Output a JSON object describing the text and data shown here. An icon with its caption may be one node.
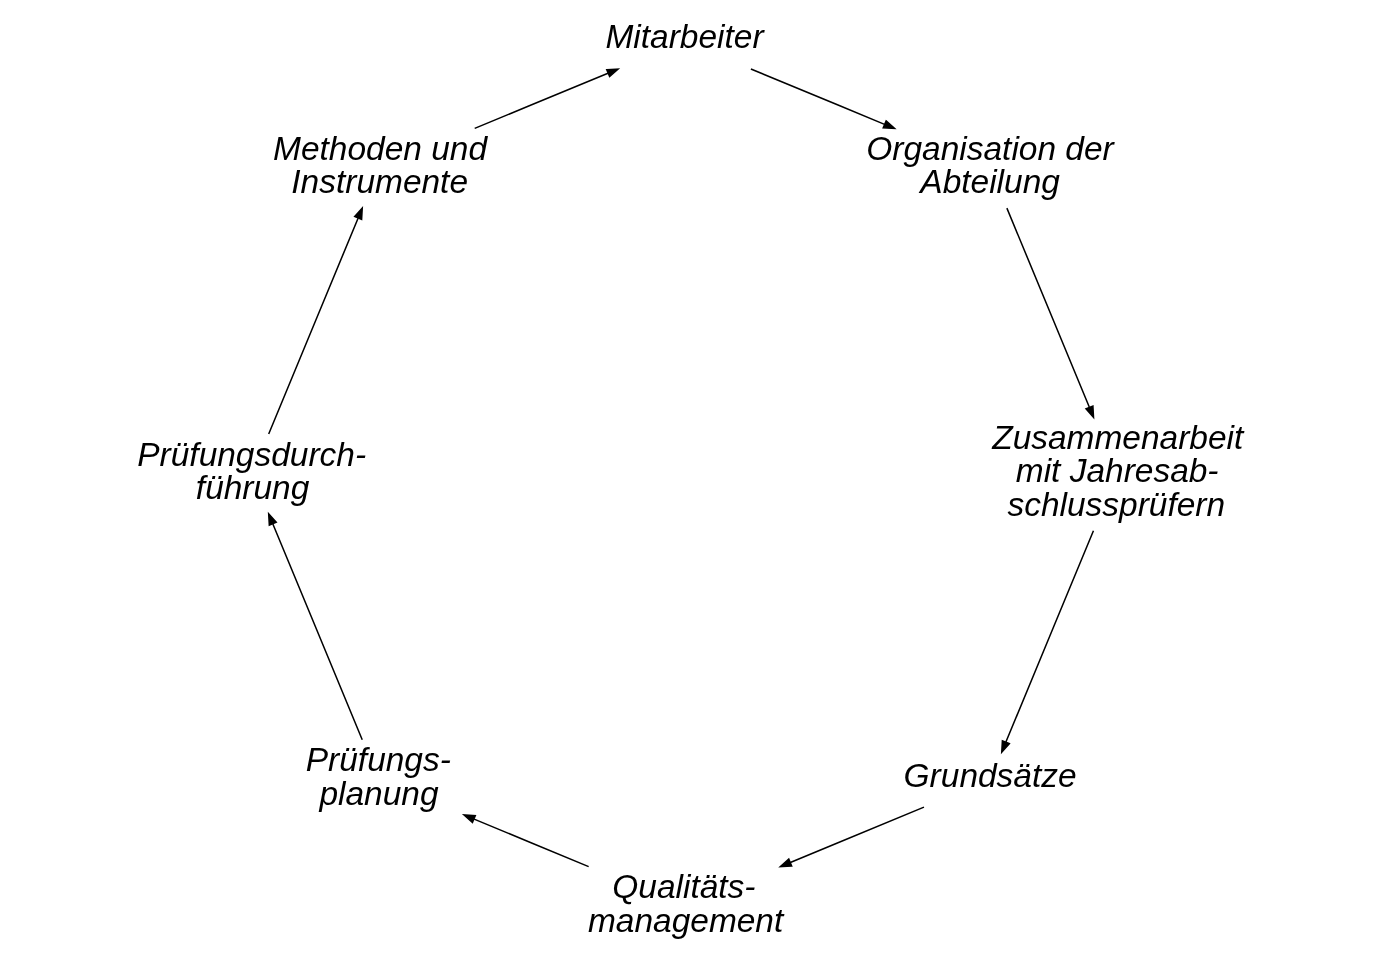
{
  "diagram": {
    "nodes": [
      {
        "text": [
          "Grundsätze"
        ]
      },
      {
        "text": [
          "Qualitäts- management"
        ]
      },
      {
        "text": [
          "Prüfungs- planung"
        ]
      },
      {
        "text": [
          "Prüfungsdurch- führung"
        ]
      },
      {
        "text": [
          "Methoden und Instrumente"
        ]
      },
      {
        "text": [
          "Mitarbeiter"
        ]
      },
      {
        "text": [
          "Organisation der Abteilung"
        ]
      },
      {
        "text": [
          "Zusammenarbeit mit Jahresab- schlussprüfern"
        ]
      }
    ],
    "edges": [
      {
        "from": 0,
        "to": 1,
        "arrow": "to"
      },
      {
        "from": 1,
        "to": 2,
        "arrow": "to"
      },
      {
        "from": 2,
        "to": 3,
        "arrow": "to"
      },
      {
        "from": 3,
        "to": 4,
        "arrow": "to"
      },
      {
        "from": 4,
        "to": 5,
        "arrow": "to"
      },
      {
        "from": 5,
        "to": 6,
        "arrow": "to"
      },
      {
        "from": 6,
        "to": 7,
        "arrow": "to"
      },
      {
        "from": 7,
        "to": 0,
        "arrow": "to"
      }
    ]
  }
}
